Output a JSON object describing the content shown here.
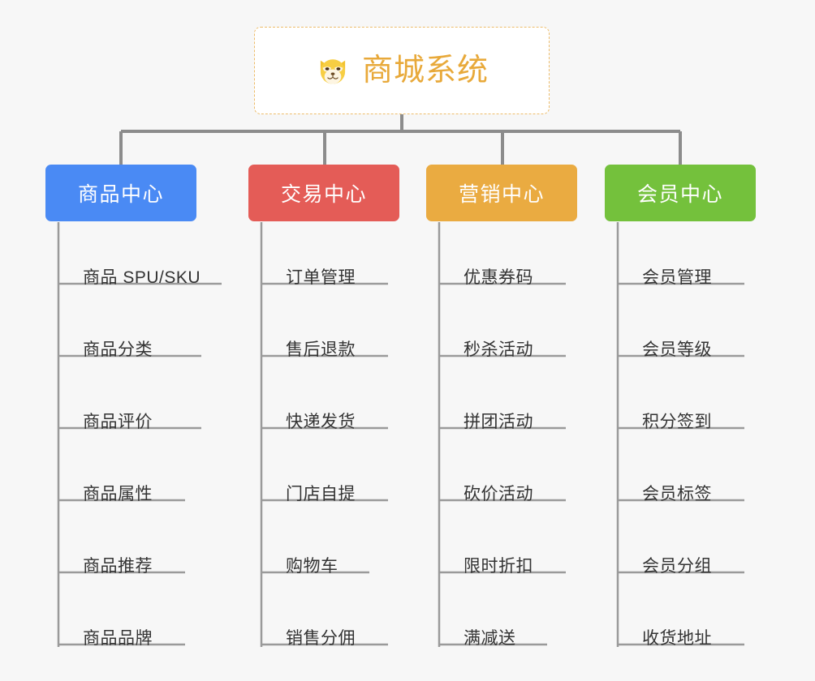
{
  "background_color": "#f7f7f7",
  "root": {
    "title": "商城系统",
    "icon": "shiba-dog-face-icon",
    "title_color": "#e8a93a",
    "border_color": "#edbc6a"
  },
  "branches": [
    {
      "label": "商品中心",
      "color": "#4a8af4",
      "items": [
        "商品 SPU/SKU",
        "商品分类",
        "商品评价",
        "商品属性",
        "商品推荐",
        "商品品牌"
      ]
    },
    {
      "label": "交易中心",
      "color": "#e45c57",
      "items": [
        "订单管理",
        "售后退款",
        "快递发货",
        "门店自提",
        "购物车",
        "销售分佣"
      ]
    },
    {
      "label": "营销中心",
      "color": "#eaab41",
      "items": [
        "优惠券码",
        "秒杀活动",
        "拼团活动",
        "砍价活动",
        "限时折扣",
        "满减送"
      ]
    },
    {
      "label": "会员中心",
      "color": "#74c13c",
      "items": [
        "会员管理",
        "会员等级",
        "积分签到",
        "会员标签",
        "会员分组",
        "收货地址"
      ]
    }
  ],
  "connector_color": "#8c8c8c",
  "leaf_line_color": "#9a9a9a"
}
